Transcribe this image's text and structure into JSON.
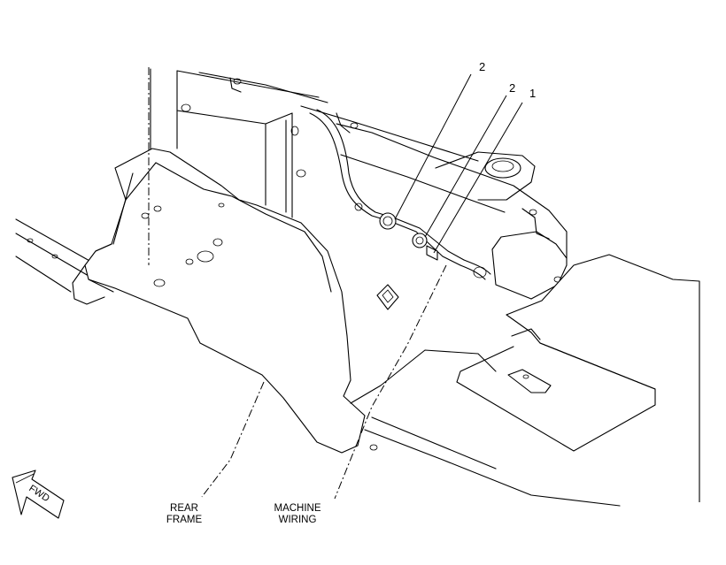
{
  "callouts": [
    {
      "id": "callout-2a",
      "label": "2"
    },
    {
      "id": "callout-2b",
      "label": "2"
    },
    {
      "id": "callout-1",
      "label": "1"
    }
  ],
  "labels": {
    "rear_frame_line1": "REAR",
    "rear_frame_line2": "FRAME",
    "machine_wiring_line1": "MACHINE",
    "machine_wiring_line2": "WIRING",
    "fwd": "FWD"
  }
}
